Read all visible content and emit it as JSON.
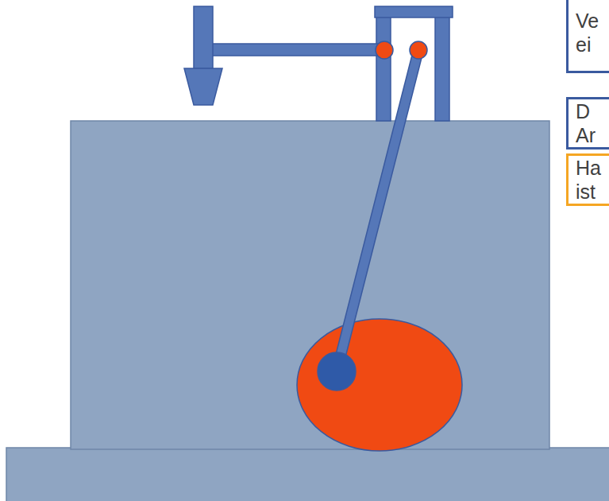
{
  "diagram": {
    "nodes": [
      {
        "text": [
          "Ve ei"
        ]
      },
      {
        "text": [
          "D Ar"
        ]
      },
      {
        "text": [
          "Ha ist"
        ]
      }
    ]
  }
}
